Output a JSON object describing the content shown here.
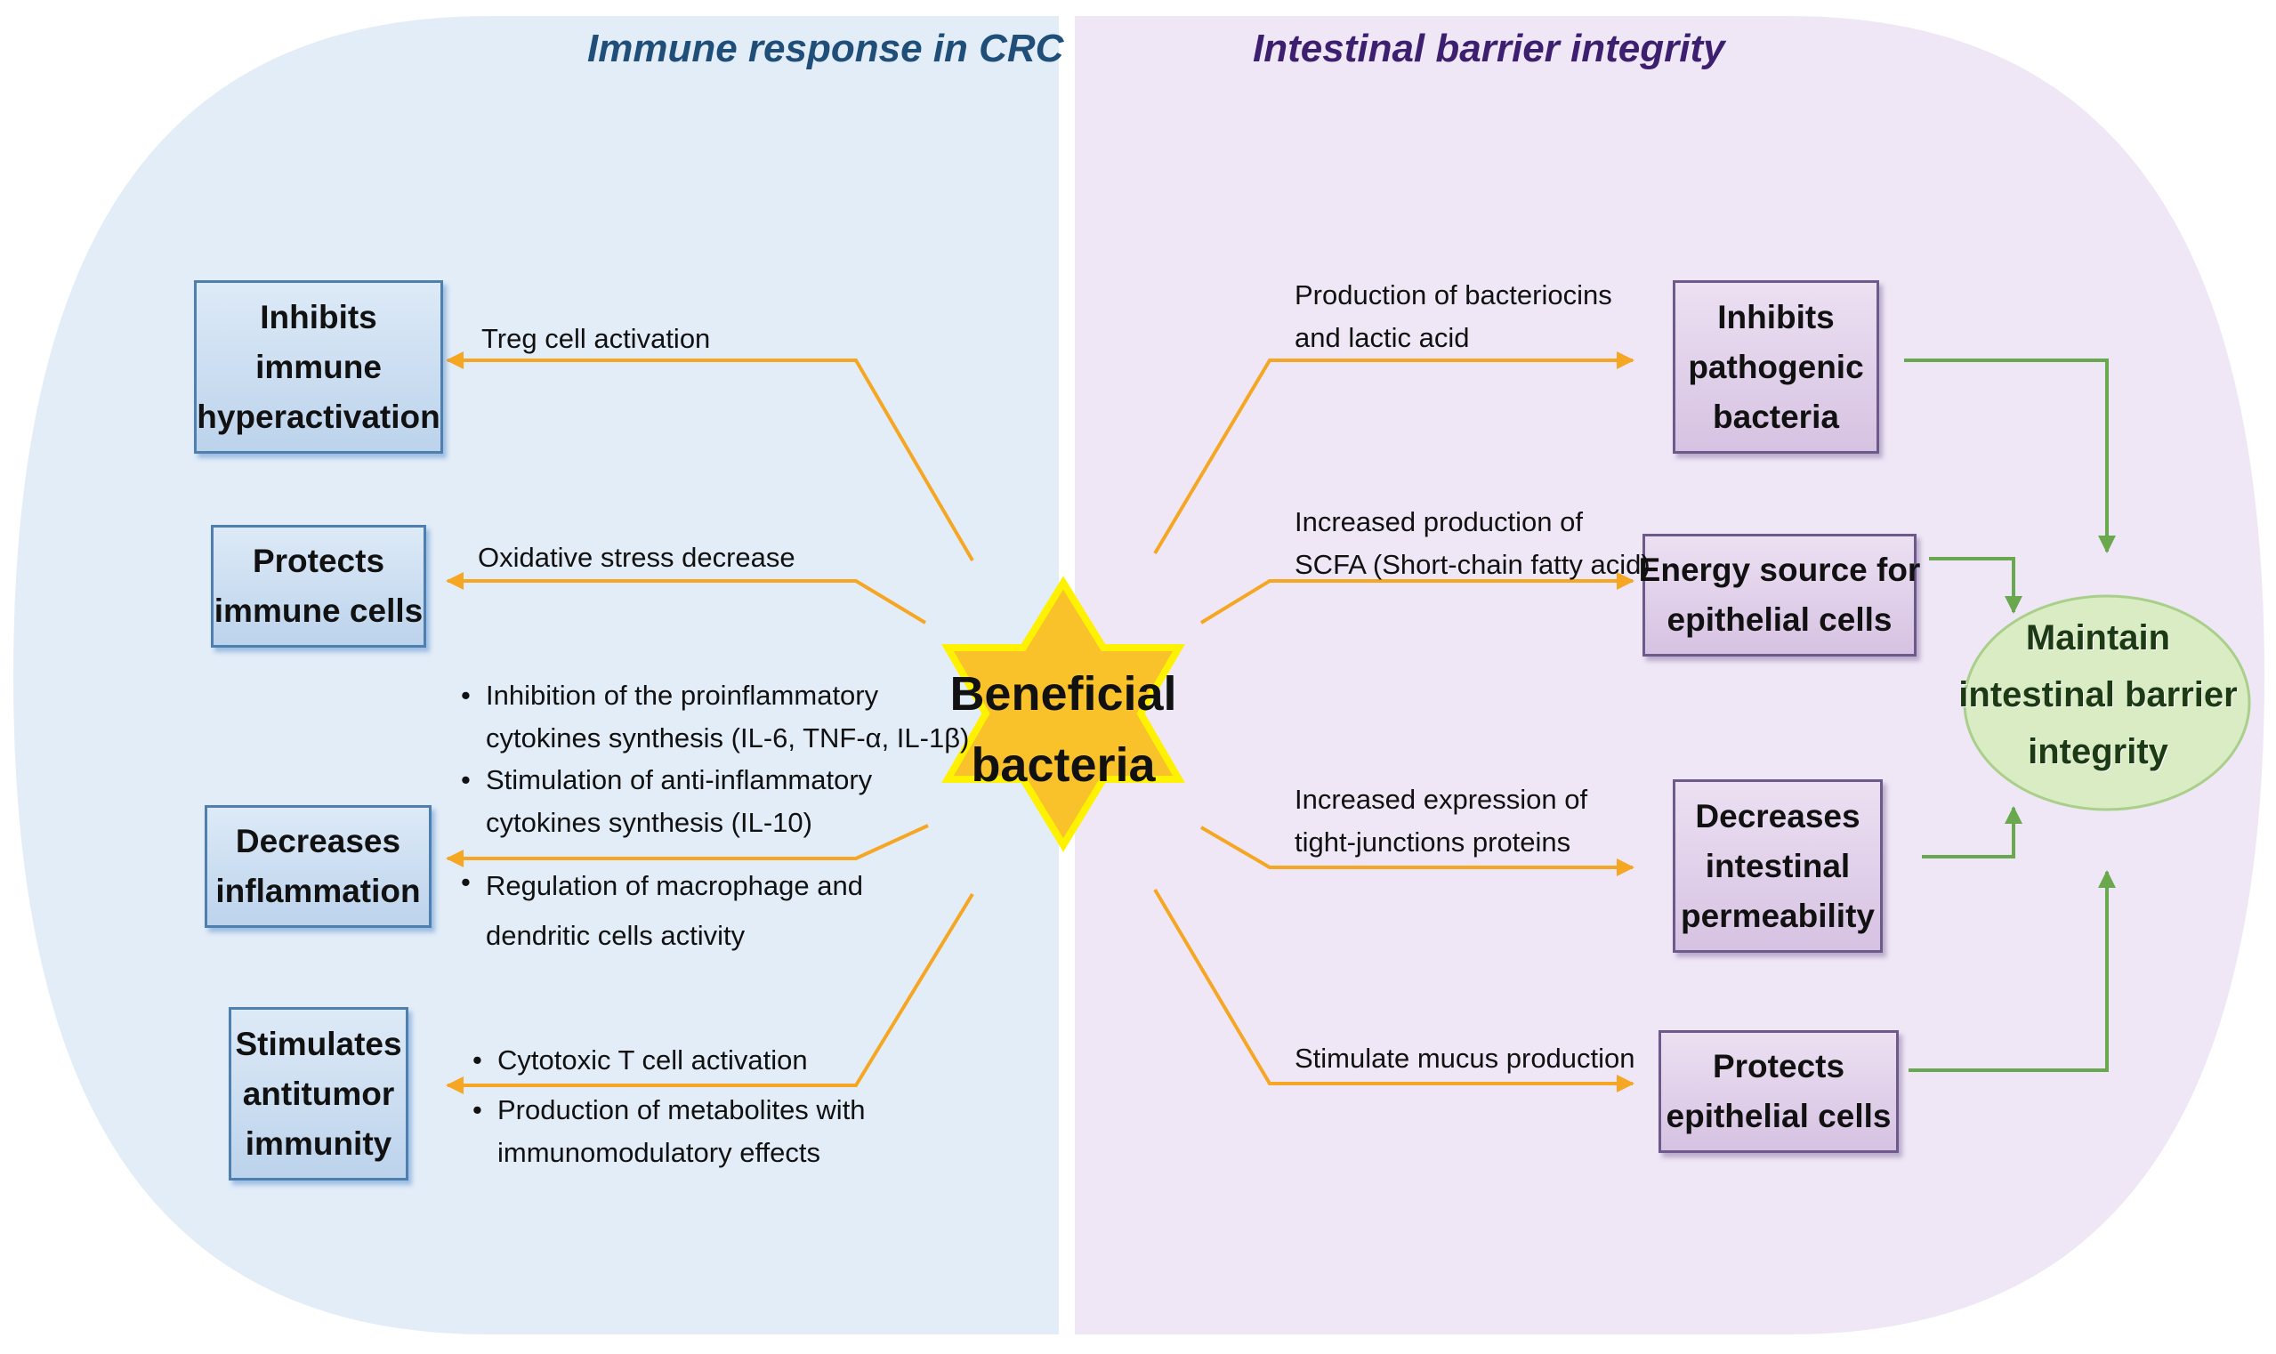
{
  "titles": {
    "left": "Immune response in CRC",
    "right": "Intestinal barrier integrity"
  },
  "center": {
    "line1": "Beneficial",
    "line2": "bacteria"
  },
  "left_boxes": [
    {
      "lines": [
        "Inhibits",
        "immune",
        "hyperactivation"
      ]
    },
    {
      "lines": [
        "Protects",
        "immune cells"
      ]
    },
    {
      "lines": [
        "Decreases",
        "inflammation"
      ]
    },
    {
      "lines": [
        "Stimulates",
        "antitumor",
        "immunity"
      ]
    }
  ],
  "left_labels": {
    "treg": "Treg cell activation",
    "oxidative": "Oxidative stress decrease",
    "inflammation_bullets": [
      {
        "line1": "Inhibition of the proinflammatory",
        "line2": "cytokines synthesis (IL-6, TNF-α, IL-1β)"
      },
      {
        "line1": "Stimulation of anti-inflammatory",
        "line2": "cytokines synthesis (IL-10)"
      },
      {
        "line1": "Regulation of macrophage and",
        "line2": "dendritic cells activity"
      }
    ],
    "antitumor_bullets": [
      {
        "line1": "Cytotoxic T cell activation",
        "line2": ""
      },
      {
        "line1": "Production of metabolites with",
        "line2": "immunomodulatory effects"
      }
    ]
  },
  "right_boxes": [
    {
      "lines": [
        "Inhibits",
        "pathogenic",
        "bacteria"
      ]
    },
    {
      "lines": [
        "Energy source for",
        "epithelial cells"
      ]
    },
    {
      "lines": [
        "Decreases",
        "intestinal",
        "permeability"
      ]
    },
    {
      "lines": [
        "Protects",
        "epithelial cells"
      ]
    }
  ],
  "right_labels": {
    "bacteriocins": {
      "line1": "Production of bacteriocins",
      "line2": "and lactic acid"
    },
    "scfa": {
      "line1": "Increased production of",
      "line2": "SCFA (Short-chain fatty acid)"
    },
    "tight": {
      "line1": "Increased expression of",
      "line2": "tight-junctions proteins"
    },
    "mucus": "Stimulate mucus production"
  },
  "maintain": {
    "line1": "Maintain",
    "line2": "intestinal barrier",
    "line3": "integrity"
  },
  "colors": {
    "left_panel": "#e3edf8",
    "right_panel": "#efe7f6",
    "orange_arrow": "#f5a623",
    "green_arrow": "#6aa84f",
    "star_fill": "#f9c22a",
    "star_stroke": "#fff200",
    "ellipse_fill": "#d9ecc4"
  }
}
